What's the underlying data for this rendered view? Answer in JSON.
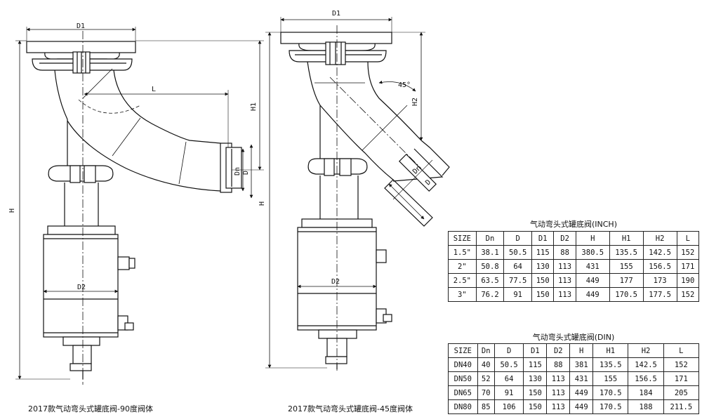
{
  "labels": {
    "D1": "D1",
    "D2": "D2",
    "D": "D",
    "Dn": "Dn",
    "H": "H",
    "H1": "H1",
    "H2": "H2",
    "L": "L",
    "angle": "45°"
  },
  "captions": {
    "left": "2017款气动弯头式罐底阀-90度阀体",
    "right": "2017款气动弯头式罐底阀-45度阀体"
  },
  "tables": [
    {
      "title": "气动弯头式罐底阀(INCH)",
      "headers": [
        "SIZE",
        "Dn",
        "D",
        "D1",
        "D2",
        "H",
        "H1",
        "H2",
        "L"
      ],
      "rows": [
        [
          "1.5\"",
          "38.1",
          "50.5",
          "115",
          "88",
          "380.5",
          "135.5",
          "142.5",
          "152"
        ],
        [
          "2\"",
          "50.8",
          "64",
          "130",
          "113",
          "431",
          "155",
          "156.5",
          "171"
        ],
        [
          "2.5\"",
          "63.5",
          "77.5",
          "150",
          "113",
          "449",
          "177",
          "173",
          "190"
        ],
        [
          "3\"",
          "76.2",
          "91",
          "150",
          "113",
          "449",
          "170.5",
          "177.5",
          "152"
        ]
      ]
    },
    {
      "title": "气动弯头式罐底阀(DIN)",
      "headers": [
        "SIZE",
        "Dn",
        "D",
        "D1",
        "D2",
        "H",
        "H1",
        "H2",
        "L"
      ],
      "rows": [
        [
          "DN40",
          "40",
          "50.5",
          "115",
          "88",
          "381",
          "135.5",
          "142.5",
          "152"
        ],
        [
          "DN50",
          "52",
          "64",
          "130",
          "113",
          "431",
          "155",
          "156.5",
          "171"
        ],
        [
          "DN65",
          "70",
          "91",
          "150",
          "113",
          "449",
          "170.5",
          "184",
          "205"
        ],
        [
          "DN80",
          "85",
          "106",
          "150",
          "113",
          "449",
          "170.5",
          "188",
          "211.5"
        ]
      ]
    }
  ]
}
